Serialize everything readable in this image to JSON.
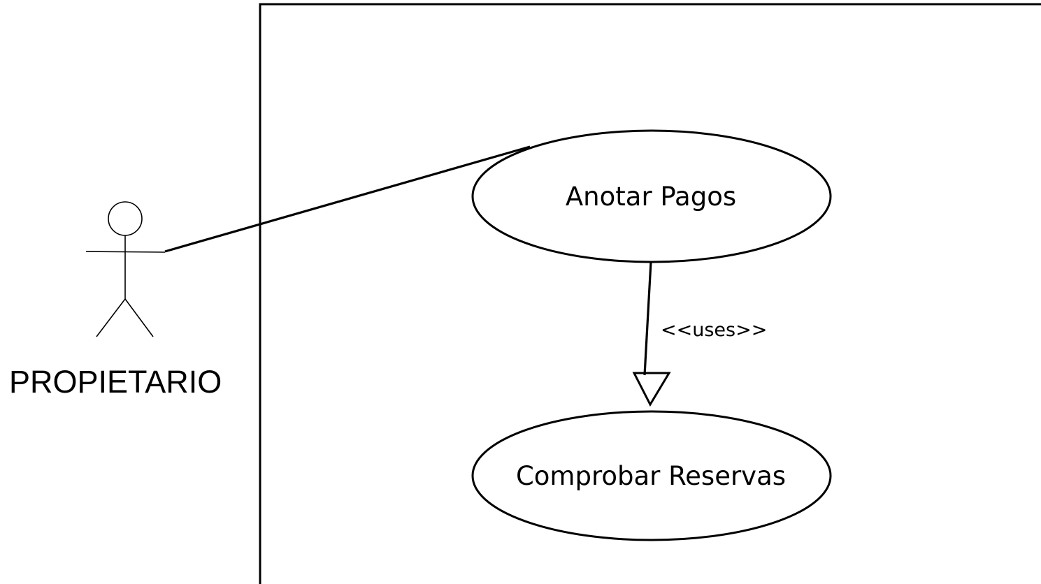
{
  "diagram": {
    "type": "use-case",
    "actor": {
      "name": "PROPIETARIO"
    },
    "use_cases": [
      {
        "id": "anotar-pagos",
        "label": "Anotar Pagos"
      },
      {
        "id": "comprobar-reservas",
        "label": "Comprobar Reservas"
      }
    ],
    "relationships": [
      {
        "from": "PROPIETARIO",
        "to": "anotar-pagos",
        "kind": "association"
      },
      {
        "from": "anotar-pagos",
        "to": "comprobar-reservas",
        "kind": "uses",
        "label": "<<uses>>"
      }
    ],
    "colors": {
      "line": "#000000",
      "background": "#ffffff"
    }
  }
}
